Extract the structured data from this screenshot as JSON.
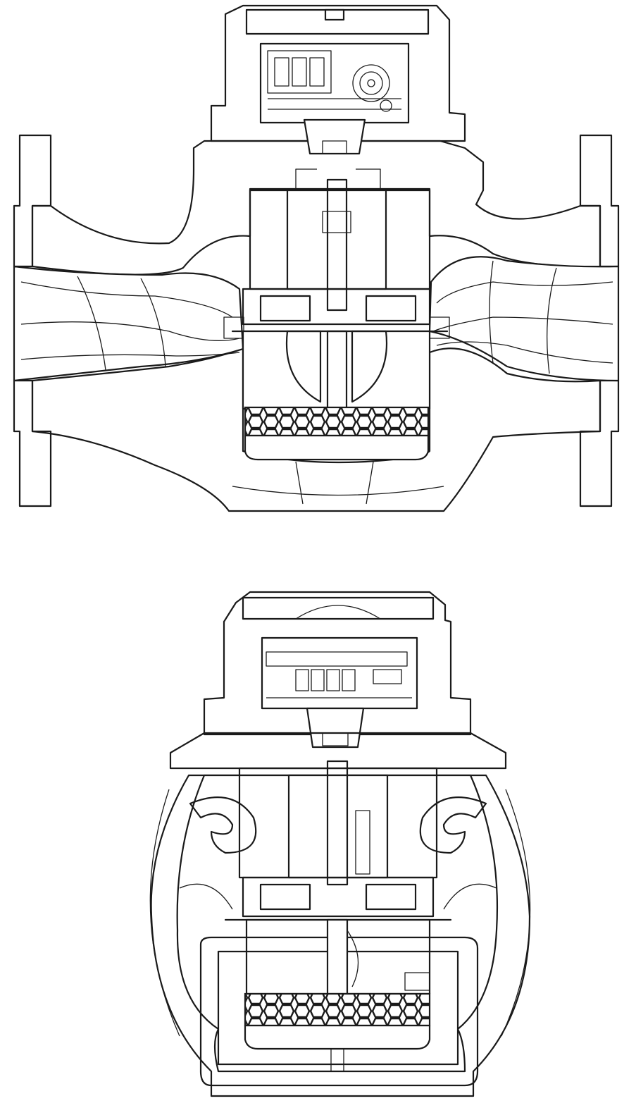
{
  "figure": {
    "views": [
      "front-section",
      "side-section"
    ],
    "line_color": "#1a1a1a",
    "background_color": "#ffffff",
    "hatch_style": "diagonal"
  }
}
